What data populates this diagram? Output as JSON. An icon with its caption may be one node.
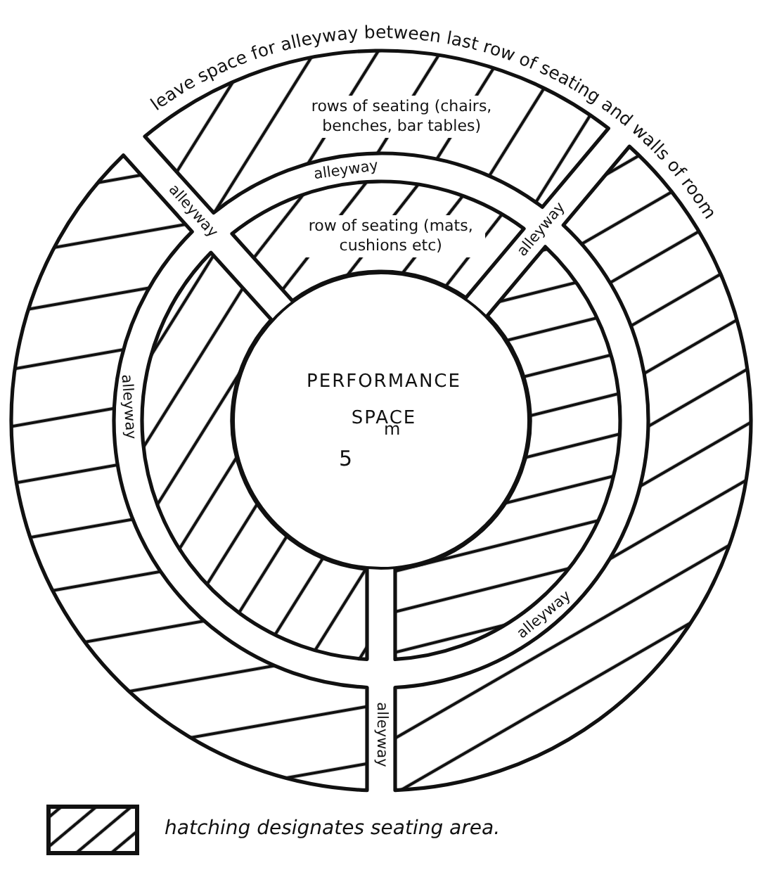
{
  "diagram": {
    "nodes": [
      {
        "text": [
          "rows of seating (chairs, benches, bar tables)"
        ]
      },
      {
        "text": [
          "row of seating (mats, cushions etc)"
        ]
      },
      {
        "text": [
          "PERFORMANCE SPACE"
        ]
      }
    ],
    "labels": [
      "leave space for alleyway between last row of seating and walls of room",
      "alleyway",
      "alleyway",
      "alleyway",
      "alleyway",
      "m",
      "5",
      "alleyway",
      "alleyway"
    ],
    "legend": [
      {
        "text": "hatching designates seating area."
      }
    ]
  }
}
